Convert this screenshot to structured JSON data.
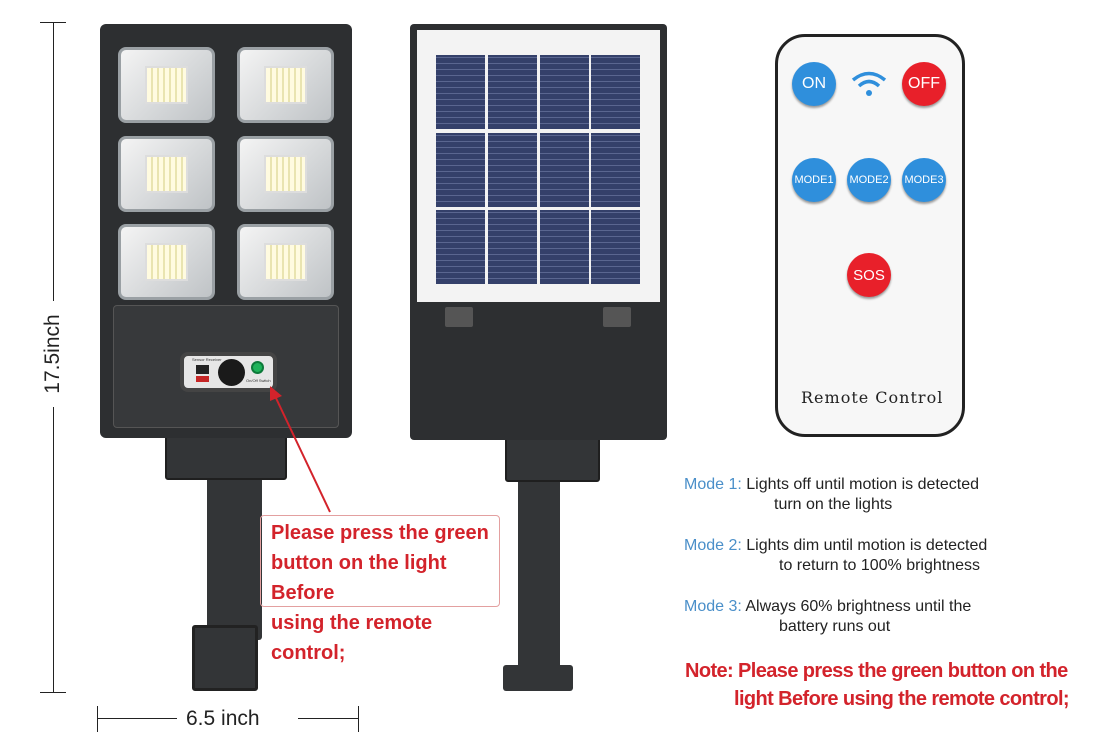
{
  "dimensions": {
    "height": "17.5inch",
    "width": "6.5 inch"
  },
  "sensor": {
    "receiver_label": "Sensor Receiver",
    "switch_label": "On/Off Switch"
  },
  "callout": {
    "lines": [
      "Please press the green",
      "button on the light Before",
      "using the remote control;"
    ]
  },
  "remote": {
    "on": "ON",
    "off": "OFF",
    "mode1": "MODE1",
    "mode2": "MODE2",
    "mode3": "MODE3",
    "sos": "SOS",
    "title": "Remote Control",
    "wifi_icon": "wifi-icon"
  },
  "modes": [
    {
      "label": "Mode 1:",
      "line1": "Lights off until motion is detected",
      "line2": "turn on the lights"
    },
    {
      "label": "Mode 2:",
      "line1": "Lights dim until motion is detected",
      "line2": "to return to 100% brightness"
    },
    {
      "label": "Mode 3:",
      "line1": "Always 60% brightness until the",
      "line2": "battery runs out"
    }
  ],
  "note": {
    "line1": "Note: Please press the green button on the",
    "line2": "light Before using the remote control;"
  },
  "colors": {
    "accent_blue": "#4a8fc9",
    "note_red": "#d3232b",
    "button_green": "#1fb35a"
  }
}
